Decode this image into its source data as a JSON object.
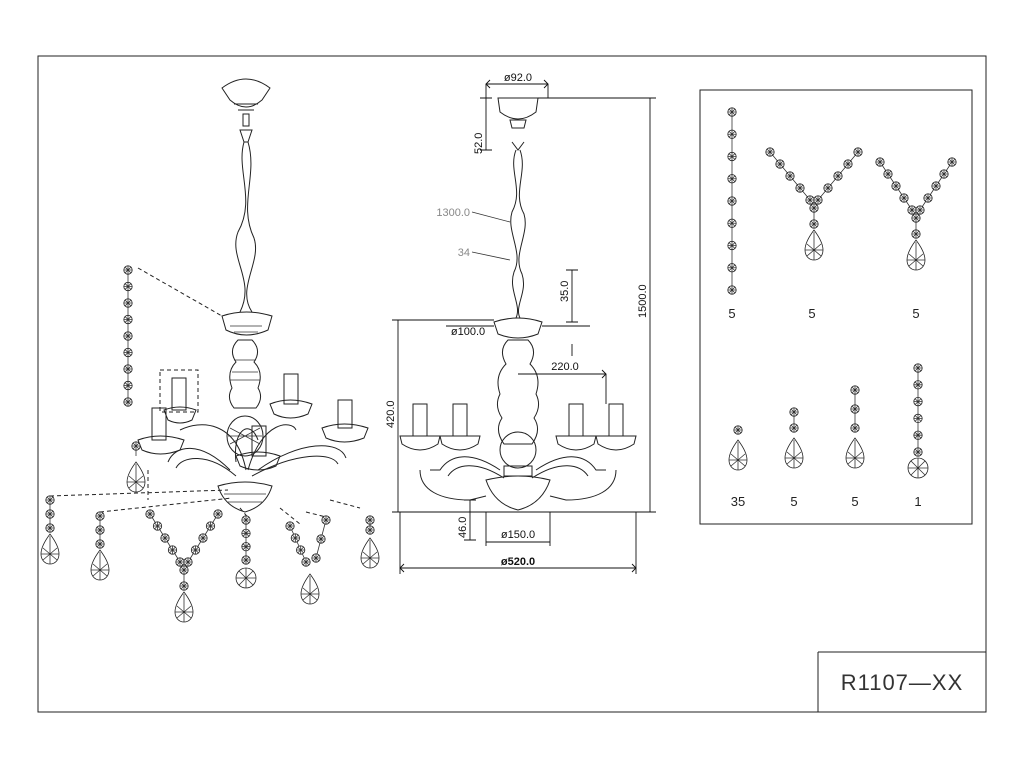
{
  "title_block": {
    "code": "R1107—XX"
  },
  "dimensions": {
    "top_diameter": "ø92.0",
    "canopy_height": "52.0",
    "chain_length": "1300.0",
    "chain_ref": "34",
    "link_height": "35.0",
    "total_height": "1500.0",
    "collar_diameter": "ø100.0",
    "arm_reach": "220.0",
    "body_height": "420.0",
    "bowl_height": "46.0",
    "bowl_diameter": "ø150.0",
    "overall_diameter": "ø520.0"
  },
  "parts": [
    {
      "type": "strand",
      "qty": "5"
    },
    {
      "type": "y-strand",
      "qty": "5"
    },
    {
      "type": "y-strand",
      "qty": "5"
    },
    {
      "type": "drop",
      "qty": "35"
    },
    {
      "type": "short-strand",
      "qty": "5"
    },
    {
      "type": "medium-strand",
      "qty": "5"
    },
    {
      "type": "ball-strand",
      "qty": "1"
    }
  ]
}
